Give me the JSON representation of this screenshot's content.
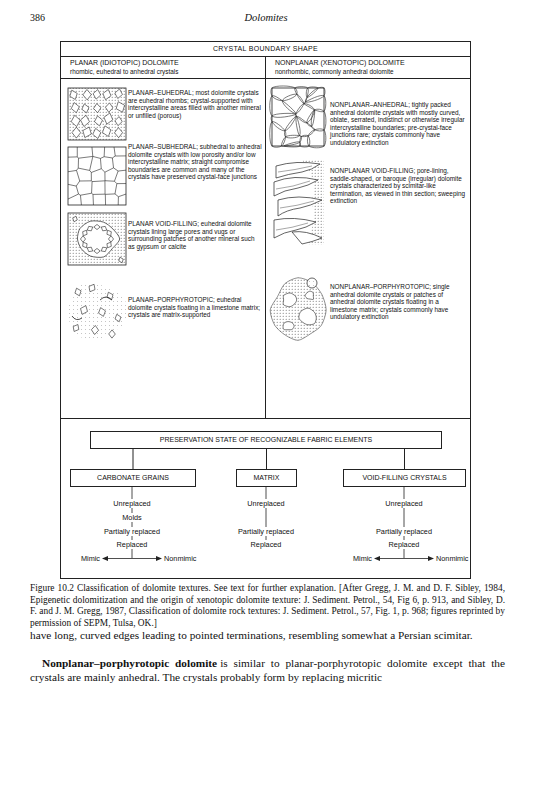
{
  "diagram": {
    "caption": "Figure 10.2 Classification of dolomite textures. See text for further explanation. [After Gregg, J. M. and D. F. Sibley, 1984, Epigenetic dolomitization and the origin of xenotopic dolomite texture: J. Sediment. Petrol., 54, Fig 6, p. 913, and Sibley, D. F. and J. M. Gregg, 1987, Classification of dolomite rock textures: J. Sediment. Petrol., 57, Fig. 1, p. 968; figures reprinted by permission of SEPM, Tulsa, OK.]",
    "nodes": [
      {
        "text": [
          "CRYSTAL BOUNDARY SHAPE"
        ]
      },
      {
        "text": [
          "PLANAR (IDIOTOPIC) DOLOMITE",
          "rhombic, euhedral to anhedral crystals"
        ]
      },
      {
        "text": [
          "NONPLANAR (XENOTOPIC) DOLOMITE",
          "nonrhombic, commonly anhedral dolomite"
        ]
      },
      {
        "text": [
          "PRESERVATION STATE OF RECOGNIZABLE FABRIC ELEMENTS"
        ]
      },
      {
        "text": [
          "CARBONATE GRAINS"
        ]
      },
      {
        "text": [
          "MATRIX"
        ]
      },
      {
        "text": [
          "VOID-FILLING CRYSTALS"
        ]
      }
    ],
    "edges": [
      {
        "from": 3,
        "to": 4,
        "arrow": "none"
      },
      {
        "from": 3,
        "to": 5,
        "arrow": "none"
      },
      {
        "from": 3,
        "to": 6,
        "arrow": "none"
      }
    ],
    "labels": [
      "386",
      "Dolomites",
      "PLANAR–EUHEDRAL; most dolomite crystals are euhedral rhombs; crystal-supported with intercrystalline areas filled with another mineral or unfilled (porous)",
      "PLANAR–SUBHEDRAL; subhedral to anhedral dolomite crystals with low porosity and/or low intercrystalline matrix; straight compromise boundaries are common and many of the crystals have preserved crystal-face junctions",
      "PLANAR VOID-FILLING; euhedral dolomite crystals lining large pores and vugs or surrounding patches of another mineral such as gypsum or calcite",
      "PLANAR–PORPHYROTOPIC; euhedral dolomite crystals floating in a limestone matrix; crystals are matrix-supported",
      "NONPLANAR–ANHEDRAL; tightly packed anhedral dolomite crystals with mostly curved, oblate, serrated, indistinct or otherwise irregular intercrystalline boundaries; pre-crystal-face junctions rare; crystals commonly have undulatory extinction",
      "NONPLANAR VOID-FILLING; pore-lining, saddle-shaped, or baroque (irregular) dolomite crystals characterized by scimitar-like termination, as viewed in thin section; sweeping extinction",
      "NONPLANAR–PORPHYROTOPIC; single anhedral dolomite crystals or patches of anhedral dolomite crystals floating in a limestone matrix; crystals commonly have undulatory extinction",
      "Unreplaced",
      "Molds",
      "Partially replaced",
      "Replaced",
      "Mimic",
      "Nonmimic",
      "Unreplaced",
      "Partially replaced",
      "Replaced",
      "Unreplaced",
      "Partially replaced",
      "Replaced",
      "Mimic",
      "Nonmimic",
      "have long, curved edges leading to pointed terminations, resembling somewhat a Persian scimitar.",
      "Nonplanar–porphyrotopic dolomite",
      "is similar to planar-porphyrotopic dolomite except that the crystals are mainly anhedral. The crystals probably form by replacing micritic"
    ]
  }
}
